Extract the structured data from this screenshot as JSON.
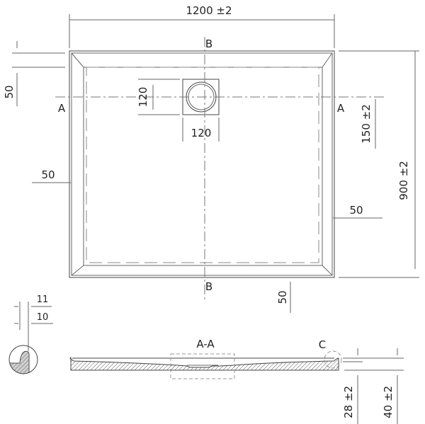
{
  "drawing": {
    "width_dim": "1200 ±2",
    "depth_dim": "900 ±2",
    "drain_offset_dim": "150 ±2",
    "drain_height_dim": "120",
    "drain_width_dim": "120",
    "edge_top_dim": "50",
    "edge_left_dim": "50",
    "edge_right_dim": "50",
    "edge_bottom_dim": "50",
    "section_b_top": "B",
    "section_b_bottom": "B",
    "section_a_left": "A",
    "section_a_right": "A",
    "section_label": "A-A",
    "detail_label": "C",
    "detail_dim_upper": "11",
    "detail_dim_lower": "10",
    "height_inner_dim": "28 ±2",
    "height_total_dim": "40 ±2"
  }
}
